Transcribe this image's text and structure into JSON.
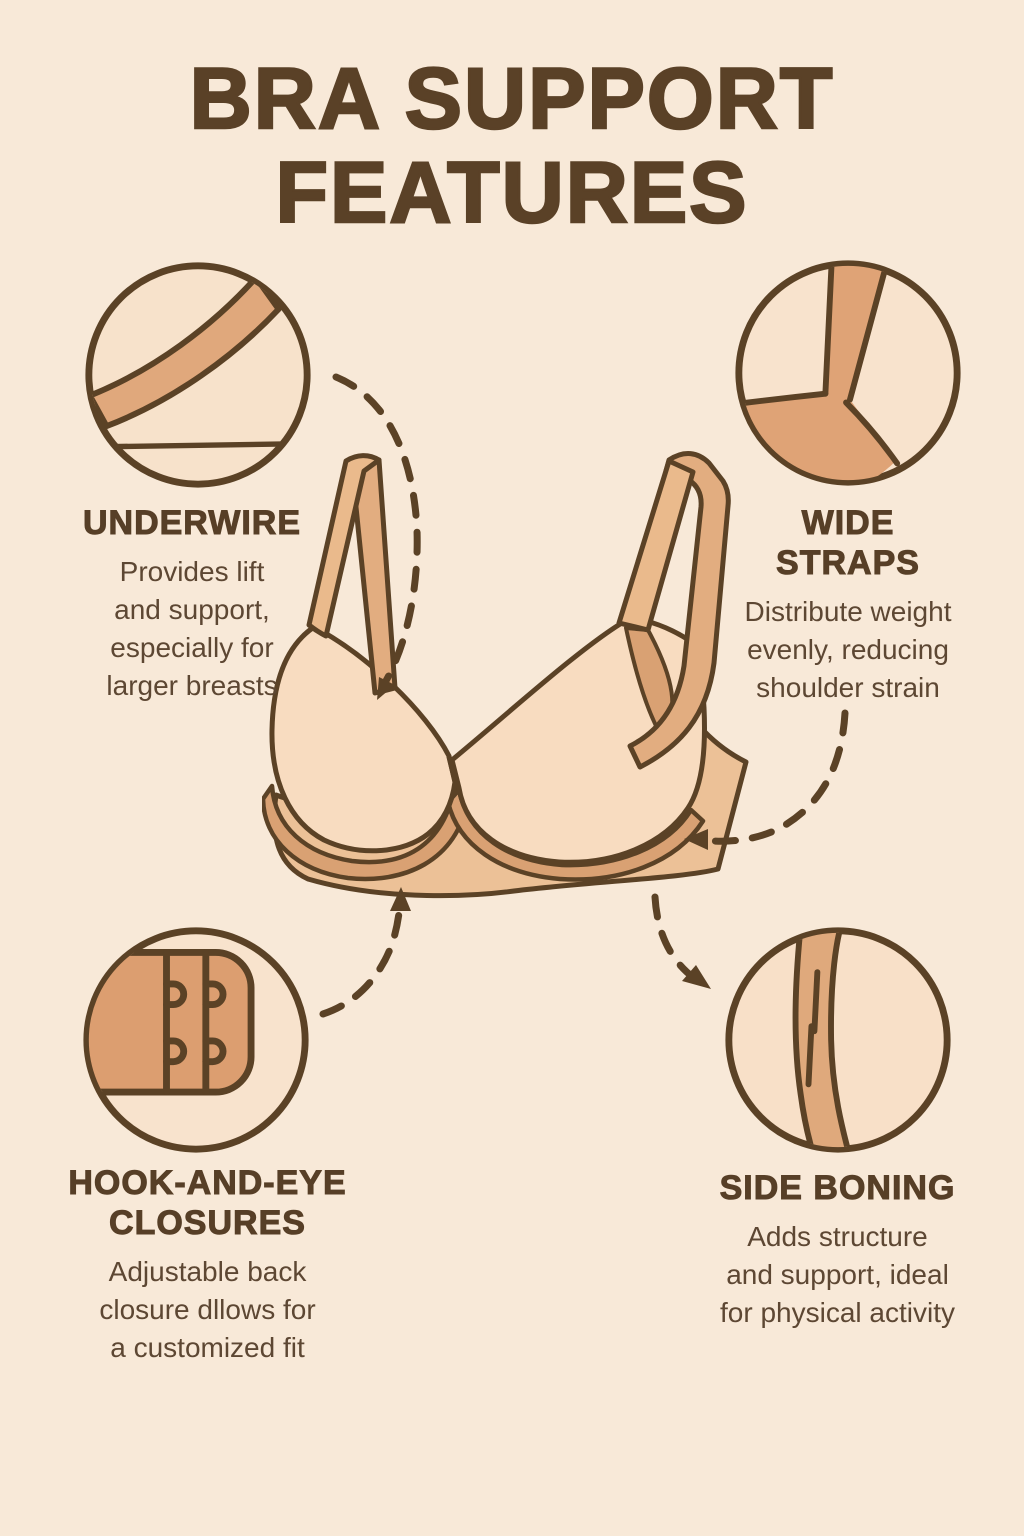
{
  "title": {
    "lines": [
      "BRA SUPPORT",
      "FEATURES"
    ]
  },
  "features": {
    "underwire": {
      "title_lines": [
        "UNDERWIRE"
      ],
      "description_lines": [
        "Provides lift",
        "and support,",
        "especially for",
        "larger breasts"
      ]
    },
    "wide_straps": {
      "title_lines": [
        "WIDE",
        "STRAPS"
      ],
      "description_lines": [
        "Distribute weight",
        "evenly, reducing",
        "shoulder strain"
      ]
    },
    "hook_and_eye": {
      "title_lines": [
        "HOOK-AND-EYE",
        "CLOSURES"
      ],
      "description_lines": [
        "Adjustable back",
        "closure dllows for",
        "a customized fit"
      ]
    },
    "side_boning": {
      "title_lines": [
        "SIDE BONING"
      ],
      "description_lines": [
        "Adds structure",
        "and support, ideal",
        "for physical activity"
      ]
    }
  },
  "colors": {
    "background": "#f8e9d8",
    "outline": "#5b4226",
    "heading_text": "#573f27",
    "body_text": "#5d4733",
    "circle_fill": "#f7e2cb",
    "cup_light": "#f8dcc0",
    "strap_tan": "#eaba8c",
    "strap_back_tan": "#e2ad80",
    "band_tan": "#ecc197",
    "channel_tan": "#d9a173",
    "closure_tan": "#dc9e70"
  }
}
